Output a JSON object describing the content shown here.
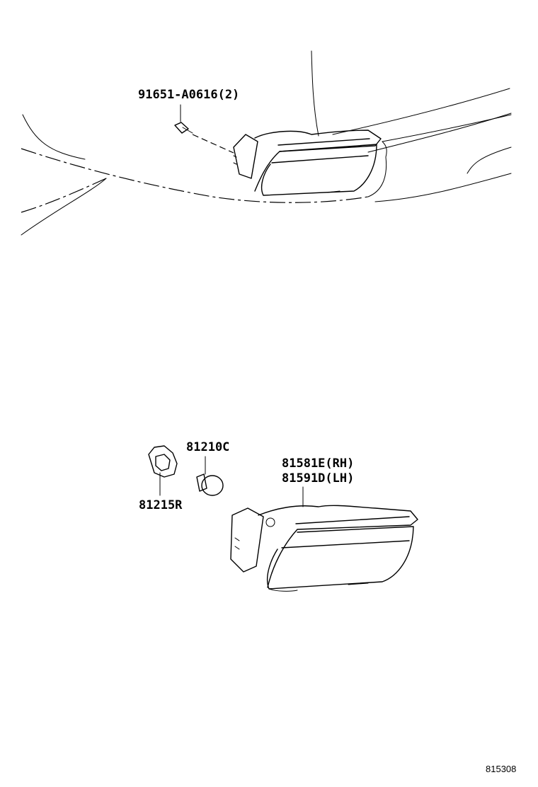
{
  "labels": {
    "screw": "91651-A0616(2)",
    "bulb": "81210C",
    "socket": "81215R",
    "lamp_rh": "81581E(RH)",
    "lamp_lh": "81591D(LH)",
    "figure_code": "815308"
  }
}
